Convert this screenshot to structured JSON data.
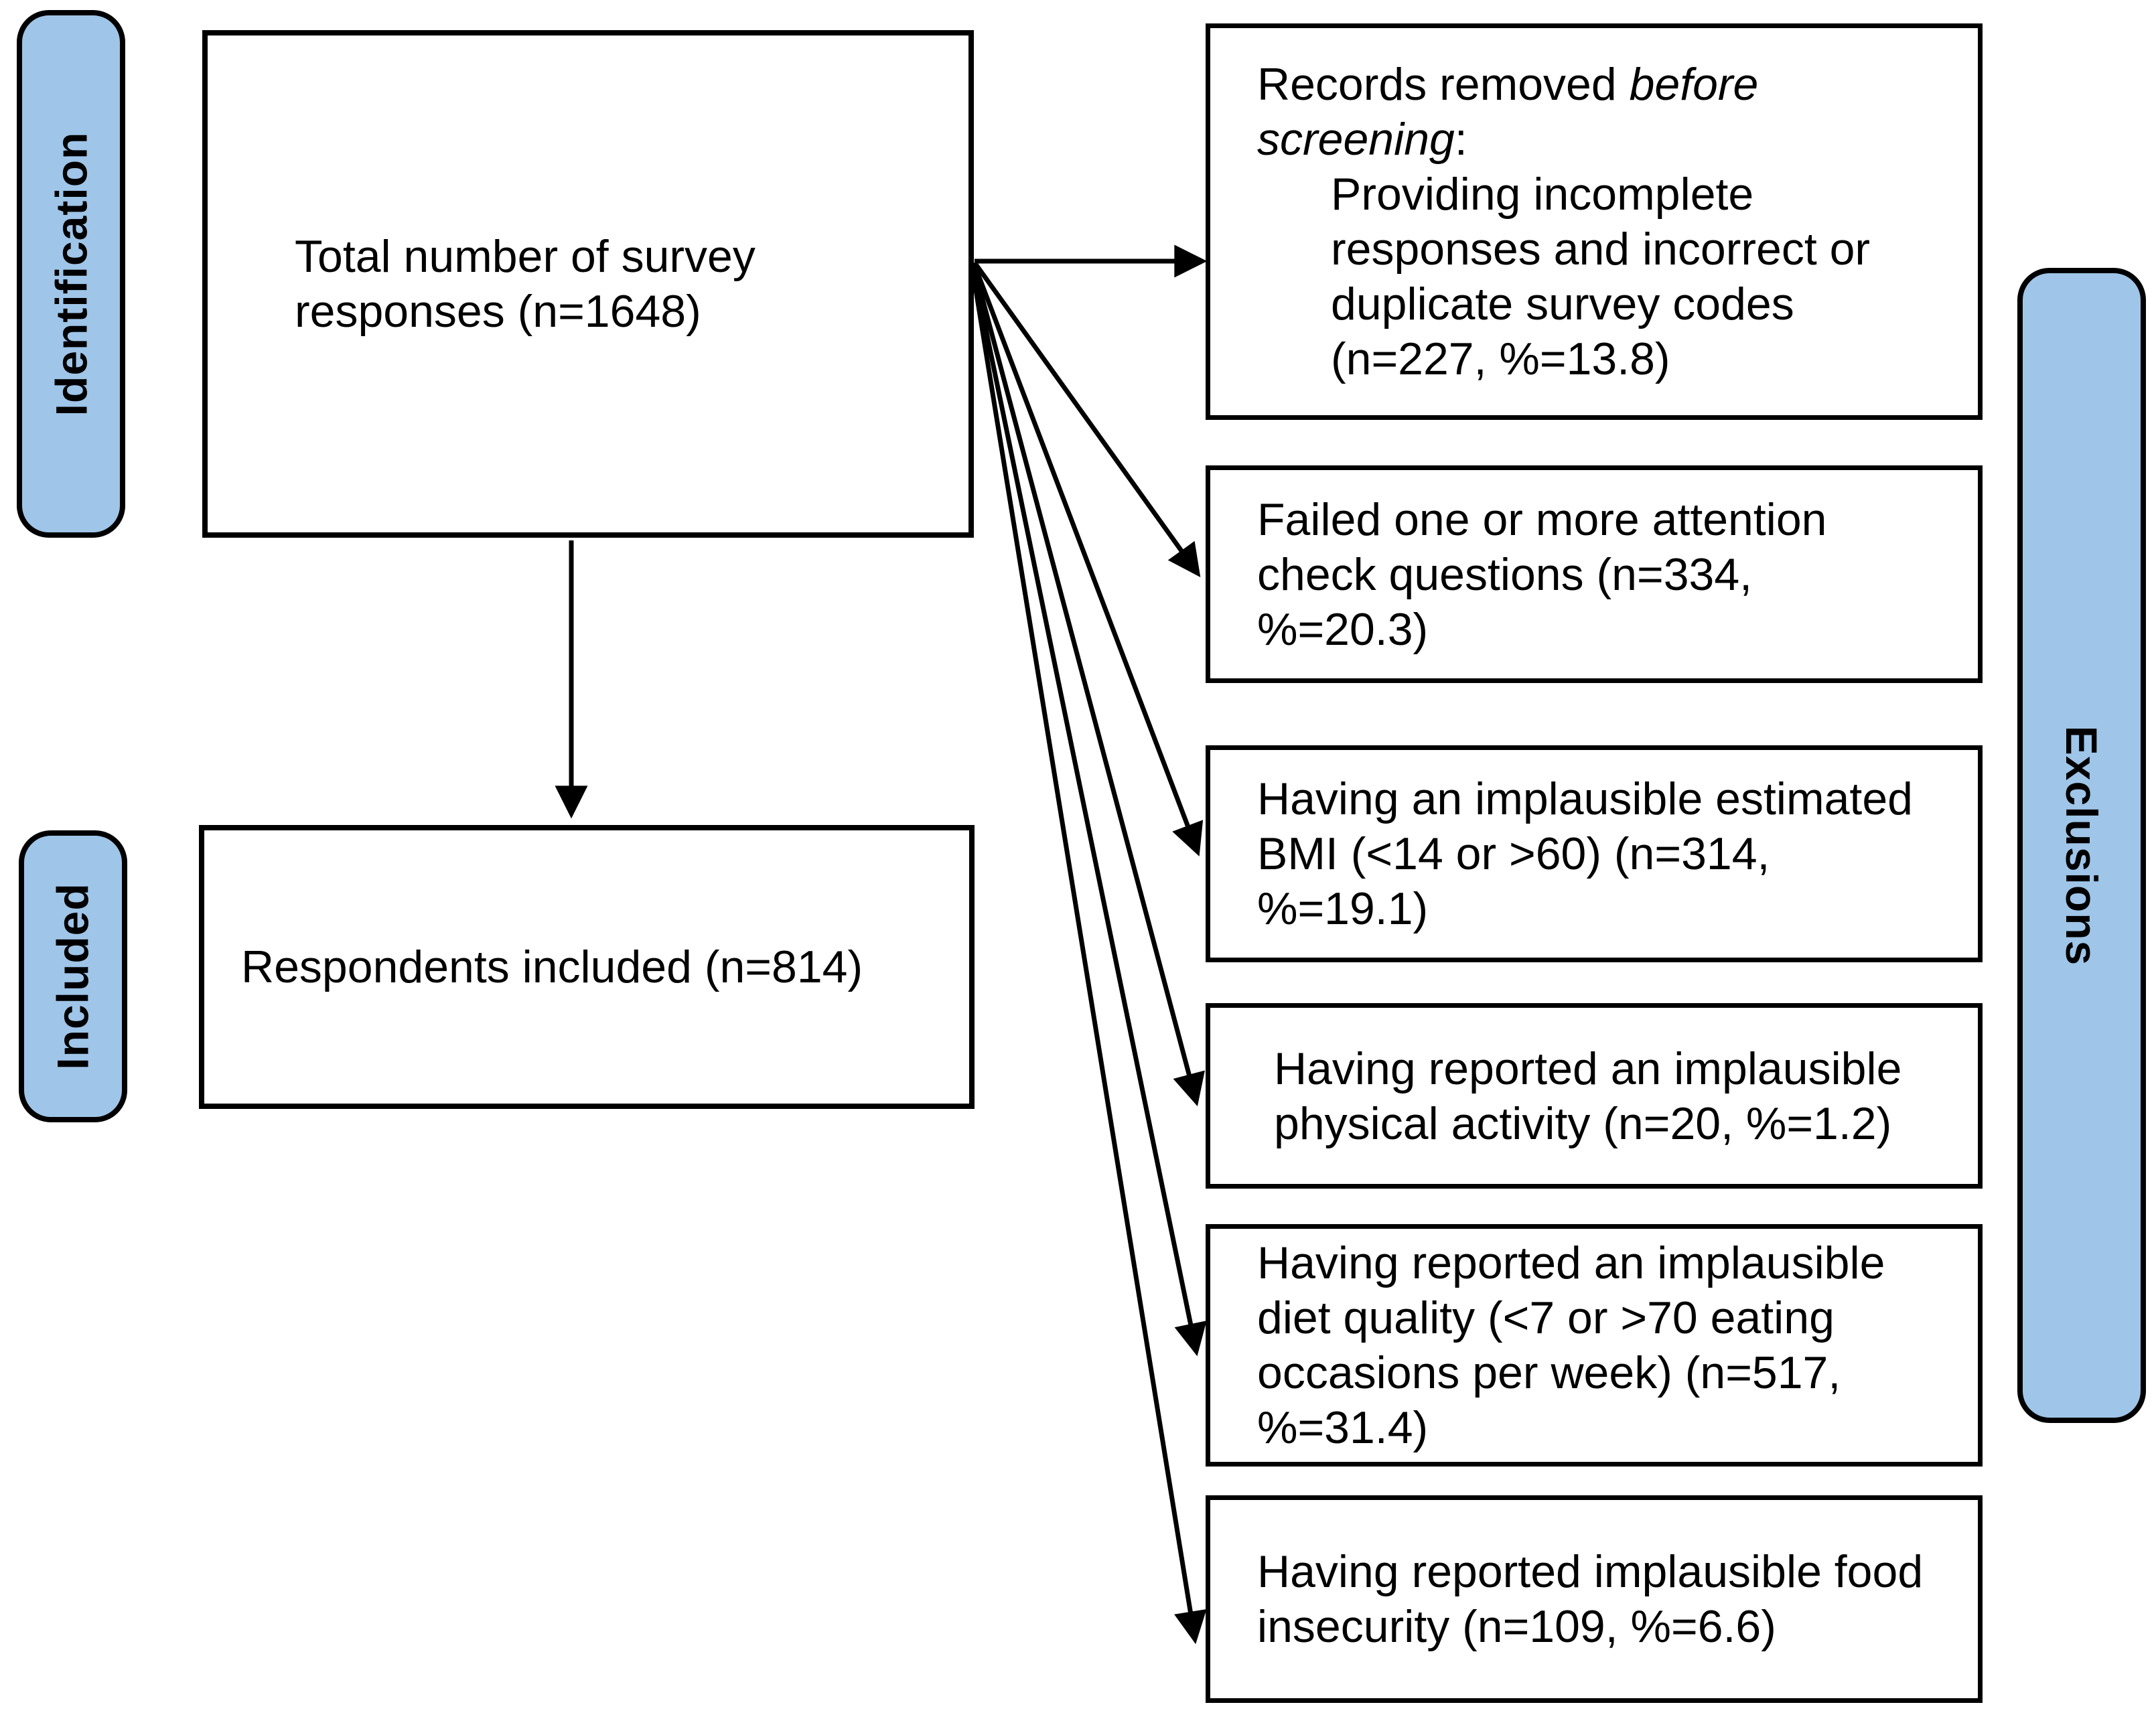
{
  "colors": {
    "stage_fill": "#9FC5E8",
    "stage_border": "#000000",
    "box_border": "#000000",
    "arrow": "#000000",
    "background": "#ffffff"
  },
  "stages": {
    "identification": "Identification",
    "included": "Included",
    "exclusions": "Exclusions"
  },
  "boxes": {
    "total": "Total number of survey\nresponses (n=1648)",
    "respondents": "Respondents included (n=814)",
    "exclusion1": {
      "lead": "Records removed ",
      "lead_italic": "before\nscreening",
      "lead_end": ":",
      "detail": "Providing incomplete\nresponses and incorrect or\nduplicate survey codes\n(n=227, %=13.8)"
    },
    "exclusion2": "Failed one or more attention\ncheck questions (n=334,\n%=20.3)",
    "exclusion3": "Having an implausible estimated\nBMI (<14 or >60) (n=314,\n%=19.1)",
    "exclusion4": "Having reported an implausible\nphysical activity (n=20, %=1.2)",
    "exclusion5": "Having reported an implausible\ndiet quality (<7 or >70 eating\noccasions per week) (n=517,\n%=31.4)",
    "exclusion6": "Having reported implausible food\ninsecurity (n=109, %=6.6)"
  },
  "counts": {
    "total_n": 1648,
    "included_n": 814,
    "exclusions": [
      {
        "n": 227,
        "pct": 13.8
      },
      {
        "n": 334,
        "pct": 20.3
      },
      {
        "n": 314,
        "pct": 19.1
      },
      {
        "n": 20,
        "pct": 1.2
      },
      {
        "n": 517,
        "pct": 31.4
      },
      {
        "n": 109,
        "pct": 6.6
      }
    ]
  }
}
